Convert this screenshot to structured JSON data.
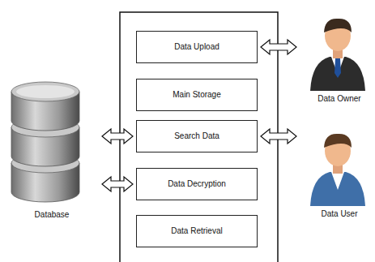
{
  "diagram": {
    "nodes": [
      {
        "text": [
          "Data Upload"
        ]
      },
      {
        "text": [
          "Main Storage"
        ]
      },
      {
        "text": [
          "Search Data"
        ]
      },
      {
        "text": [
          "Data Decryption"
        ]
      },
      {
        "text": [
          "Data Retrieval"
        ]
      },
      {
        "text": [
          "Database"
        ]
      },
      {
        "text": [
          "Data Owner"
        ]
      },
      {
        "text": [
          "Data User"
        ]
      }
    ],
    "edges": [
      {
        "from": 0,
        "to": 6,
        "arrow": "both"
      },
      {
        "from": 2,
        "to": 7,
        "arrow": "both"
      },
      {
        "from": 5,
        "to": 2,
        "arrow": "both"
      },
      {
        "from": 5,
        "to": 3,
        "arrow": "both"
      }
    ]
  }
}
